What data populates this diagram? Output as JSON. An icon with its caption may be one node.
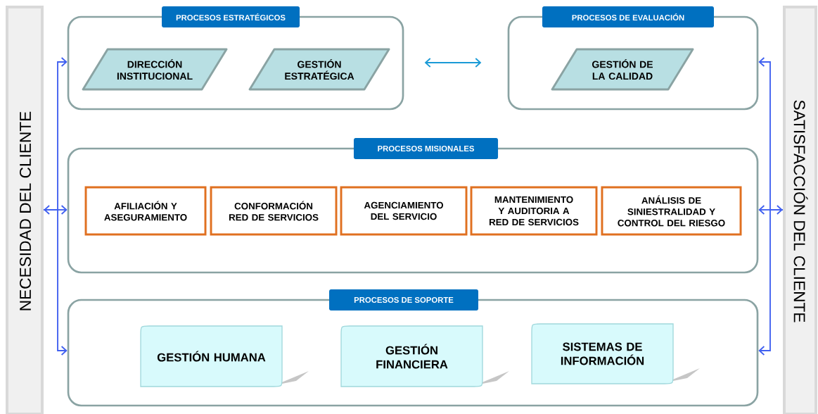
{
  "diagram": {
    "nodes": [
      {
        "text": [
          "NECESIDAD DEL CLIENTE"
        ]
      },
      {
        "text": [
          "SATISFACCIÓN DEL CLIENTE"
        ]
      },
      {
        "text": [
          "PROCESOS ESTRATÉGICOS"
        ]
      },
      {
        "text": [
          "DIRECCIÓN INSTITUCIONAL"
        ],
        "in": 2
      },
      {
        "text": [
          "GESTIÓN ESTRATÉGICA"
        ],
        "in": 2
      },
      {
        "text": [
          "PROCESOS DE EVALUACIÓN"
        ]
      },
      {
        "text": [
          "GESTIÓN DE LA CALIDAD"
        ],
        "in": 5
      },
      {
        "text": [
          "PROCESOS MISIONALES"
        ]
      },
      {
        "text": [
          "AFILIACIÓN Y ASEGURAMIENTO"
        ],
        "in": 7
      },
      {
        "text": [
          "CONFORMACIÓN RED DE SERVICIOS"
        ],
        "in": 7
      },
      {
        "text": [
          "AGENCIAMIENTO DEL SERVICIO"
        ],
        "in": 7
      },
      {
        "text": [
          "MANTENIMIENTO Y AUDITORIA A RED DE SERVICIOS"
        ],
        "in": 7
      },
      {
        "text": [
          "ANÁLISIS DE SINIESTRALIDAD Y CONTROL DEL RIESGO"
        ],
        "in": 7
      },
      {
        "text": [
          "PROCESOS DE SOPORTE"
        ]
      },
      {
        "text": [
          "GESTIÓN HUMANA"
        ],
        "in": 13
      },
      {
        "text": [
          "GESTIÓN FINANCIERA"
        ],
        "in": 13
      },
      {
        "text": [
          "SISTEMAS DE INFORMACIÓN"
        ],
        "in": 13
      }
    ],
    "edges": [
      {
        "from": 0,
        "to": 2,
        "arrow": "to"
      },
      {
        "from": 0,
        "to": 7,
        "arrow": "both"
      },
      {
        "from": 0,
        "to": 13,
        "arrow": "to"
      },
      {
        "from": 2,
        "to": 5,
        "arrow": "both",
        "color": "#1a9ad6"
      },
      {
        "from": 1,
        "to": 5,
        "arrow": "to"
      },
      {
        "from": 1,
        "to": 7,
        "arrow": "both"
      },
      {
        "from": 1,
        "to": 13,
        "arrow": "to"
      }
    ]
  }
}
